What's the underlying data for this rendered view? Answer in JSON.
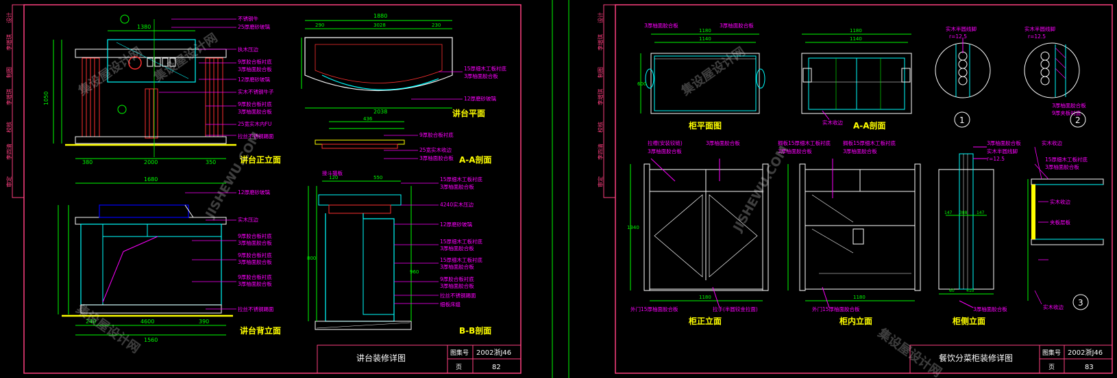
{
  "colors": {
    "bg": "#000000",
    "frame": "#ff4080",
    "line": "#ffffff",
    "dim": "#00ff00",
    "note": "#ff00ff",
    "cyan": "#00ffff",
    "yellow": "#ffff00",
    "title": "#ffff00"
  },
  "left_sheet": {
    "title_block": {
      "main": "讲台装修详图",
      "label_no": "图集号",
      "no": "2002浙J46",
      "label_page": "页",
      "page": "82"
    },
    "side_stamp": [
      "设计",
      "李增琪",
      "制图",
      "李增琪",
      "校核",
      "李四清",
      "审定"
    ],
    "views": {
      "front": "讲台正立面",
      "back": "讲台背立面",
      "plan": "讲台平面",
      "aa": "A-A剖面",
      "bb": "B-B剖面"
    },
    "front_notes": [
      "不锈钢牛",
      "25厚磨砂玻璃",
      "执木压边",
      "9厚胶合板衬底",
      "3厚柚面胶合板",
      "12厚磨砂玻璃",
      "实木不锈钢牛子",
      "9厚胶合板衬底",
      "3厚柚面胶合板",
      "25宽实木内FU",
      "拉丝不锈钢踢面"
    ],
    "back_notes": [
      "12厚磨砂玻璃",
      "实木压边",
      "9厚胶合板衬底",
      "3厚柚面胶合板",
      "9厚胶合板衬底",
      "3厚柚面胶合板",
      "9厚胶合板衬底",
      "3厚柚面胶合板",
      "拉丝不锈钢踢面"
    ],
    "plan_notes": [
      "15厚细木工板衬底",
      "3厚柚面胶合板",
      "12厚磨砂玻璃"
    ],
    "aa_notes": [
      "9厚胶合板衬底",
      "25宽实木收边",
      "3厚柚面胶合板"
    ],
    "bb_notes": [
      "接斗猫板",
      "15厚细木工板衬底",
      "3厚柚面胶合板",
      "4240实木压边",
      "12厚磨砂玻璃",
      "15厚细木工板衬底",
      "3厚柚面胶合板",
      "15厚细木工板衬底",
      "3厚柚面胶合板",
      "9厚胶合板衬底",
      "3厚柚面胶合板",
      "拉丝不锈钢踢面",
      "细板床缝"
    ],
    "dims": {
      "front_top": "1380",
      "front_w": "2000",
      "front_l": "380",
      "front_r": "350",
      "front_h": "1050",
      "back_top": "1680",
      "back_w": "1560",
      "back_a": "240",
      "back_b": "4600",
      "back_c": "390",
      "plan_top": "1880",
      "plan_w": "2038",
      "plan_a": "290",
      "plan_b": "3028",
      "plan_c": "230",
      "aa_top": "436",
      "bb_a": "120",
      "bb_b": "550",
      "bb_c": "800",
      "bb_d": "960"
    }
  },
  "right_sheet": {
    "title_block": {
      "main": "餐饮分菜柜装修详图",
      "label_no": "图集号",
      "no": "2002浙J46",
      "label_page": "页",
      "page": "83"
    },
    "side_stamp": [
      "设计",
      "李增琪",
      "制图",
      "李增琪",
      "校核",
      "李四清",
      "审定"
    ],
    "views": {
      "plan": "柜平面图",
      "aa": "A-A剖面",
      "front": "柜正立面",
      "inner": "柜内立面",
      "side": "柜侧立面"
    },
    "details": [
      "1",
      "2",
      "3"
    ],
    "plan_notes": [
      "3厚柚面胶合板",
      "3厚柚面胶合板"
    ],
    "aa_notes": [
      "实木收边"
    ],
    "detail1_notes": [
      "实木半圆线脚",
      "r=12.5"
    ],
    "detail2_notes": [
      "实木半圆线脚",
      "r=12.5",
      "3厚柚面胶合板",
      "9厚夹板衬底"
    ],
    "front_notes": [
      "拉槽(安装铰链)",
      "3厚柚面胶合板",
      "3厚柚面胶合板",
      "拉手(半圆铰金拉面)",
      "外门15厚柚面胶合板"
    ],
    "inner_notes": [
      "搁板15厚细木工板衬底",
      "3厚柚面胶合板",
      "搁板15厚细木工板衬底",
      "3厚柚面胶合板",
      "外门15厚柚面胶合板"
    ],
    "side_notes": [
      "3厚柚面胶合板",
      "实木半圆线脚",
      "r=12.5",
      "3厚柚面胶合板"
    ],
    "detail3_notes": [
      "实木收边",
      "15厚细木工板衬底",
      "3厚柚面胶合板",
      "实木收边",
      "夹板层板",
      "实木收边"
    ],
    "dims": {
      "plan_w": "1180",
      "plan_a": "1140",
      "plan_h": "600",
      "aa_w": "1180",
      "aa_a": "1140",
      "front_w": "1180",
      "front_h": "1340",
      "inner_w": "1180",
      "side_a": "147",
      "side_b": "388",
      "side_c": "147",
      "side_d": "410",
      "side_e": "60"
    }
  },
  "watermark": "集设屋设计网",
  "watermark_en": "JISHEWU.COM"
}
